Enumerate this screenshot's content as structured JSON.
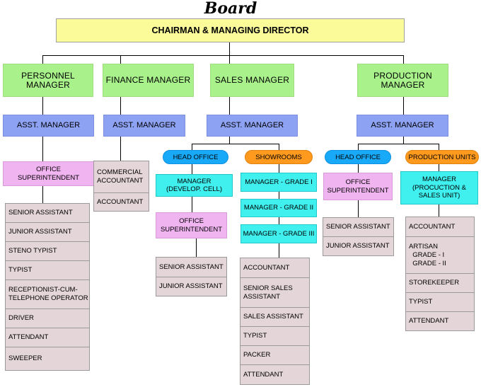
{
  "board_title": "Board",
  "chairman": "CHAIRMAN & MANAGING DIRECTOR",
  "personnel": {
    "manager": "PERSONNEL\nMANAGER",
    "asst": "ASST. MANAGER",
    "office_superintendent": "OFFICE\nSUPERINTENDENT",
    "staff": [
      "SENIOR ASSISTANT",
      "JUNIOR ASSISTANT",
      "STENO TYPIST",
      "TYPIST",
      "RECEPTIONIST-CUM-\nTELEPHONE OPERATOR",
      "DRIVER",
      "ATTENDANT",
      "SWEEPER"
    ]
  },
  "finance": {
    "manager": "FINANCE MANAGER",
    "asst": "ASST. MANAGER",
    "staff": [
      "COMMERCIAL\nACCOUNTANT",
      "ACCOUNTANT"
    ]
  },
  "sales": {
    "manager": "SALES MANAGER",
    "asst": "ASST. MANAGER",
    "head_office": {
      "label": "HEAD OFFICE",
      "manager": "MANAGER\n(DEVELOP. CELL)",
      "office_superintendent": "OFFICE\nSUPERINTENDENT",
      "staff": [
        "SENIOR ASSISTANT",
        "JUNIOR ASSISTANT"
      ]
    },
    "showrooms": {
      "label": "SHOWROOMS",
      "managers": [
        "MANAGER - GRADE I",
        "MANAGER - GRADE II",
        "MANAGER - GRADE III"
      ],
      "staff": [
        "ACCOUNTANT",
        "SENIOR SALES\nASSISTANT",
        "SALES ASSISTANT",
        "TYPIST",
        "PACKER",
        "ATTENDANT"
      ]
    }
  },
  "production": {
    "manager": "PRODUCTION\nMANAGER",
    "asst": "ASST. MANAGER",
    "head_office": {
      "label": "HEAD OFFICE",
      "office_superintendent": "OFFICE\nSUPERINTENDENT",
      "staff": [
        "SENIOR ASSISTANT",
        "JUNIOR ASSISTANT"
      ]
    },
    "units": {
      "label": "PRODUCTION UNITS",
      "manager": "MANAGER\n(PROCUCTION &\nSALES UNIT)",
      "staff": [
        "ACCOUNTANT",
        "ARTISAN\n  GRADE - I\n  GRADE - II",
        "STOREKEEPER",
        "TYPIST",
        "ATTENDANT"
      ]
    }
  },
  "colors": {
    "chairman": "#fbfb9a",
    "manager": "#a9f28b",
    "asst_manager": "#8ea2f4",
    "superintendent": "#f0b4f0",
    "sub_manager": "#3ff0ee",
    "head_office_pill": "#18aaf8",
    "branch_pill": "#ff9a1f",
    "staff_list": "#e4d5d8"
  }
}
